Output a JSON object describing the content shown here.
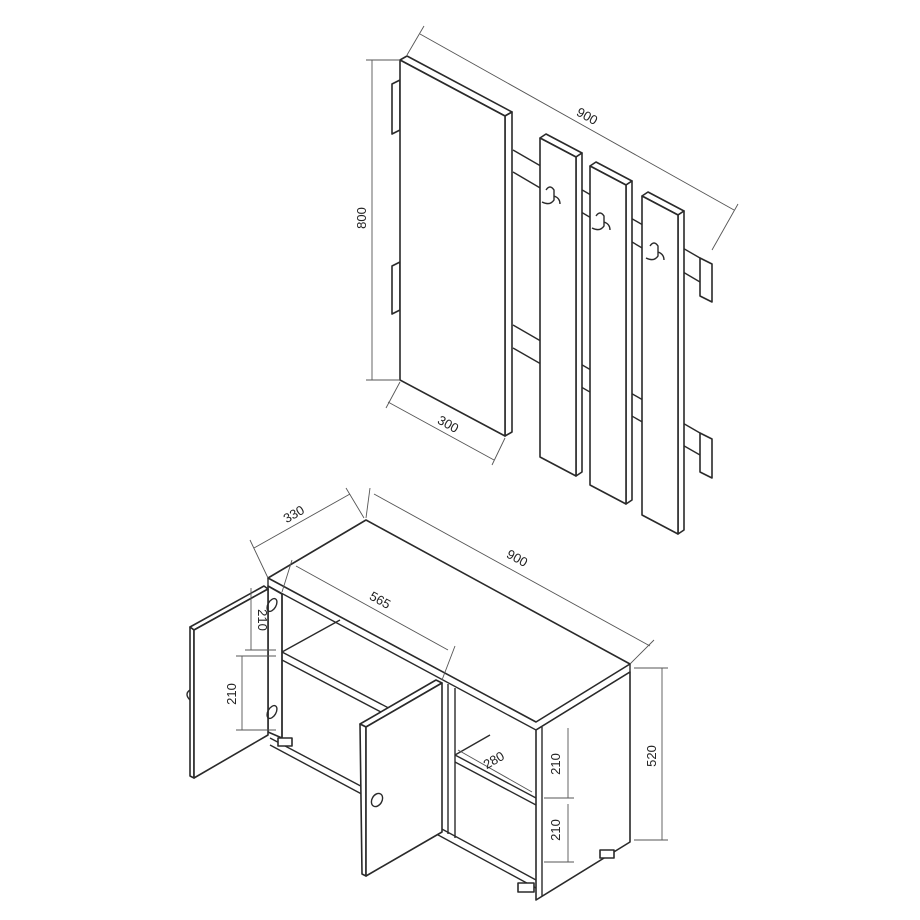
{
  "wall_panel": {
    "dimensions": {
      "width": "900",
      "height": "800",
      "mirror_width": "300"
    },
    "hooks": [
      "hook-icon",
      "hook-icon",
      "hook-icon"
    ]
  },
  "cabinet": {
    "dimensions": {
      "depth": "330",
      "width": "900",
      "inner_width": "565",
      "door_hinge_top": "210",
      "door_hinge_spacing": "210",
      "height": "520",
      "shelf_depth": "280",
      "right_upper_compartment": "210",
      "right_lower_compartment": "210"
    }
  },
  "colors": {
    "line": "#2a2a2a",
    "background": "#ffffff"
  }
}
